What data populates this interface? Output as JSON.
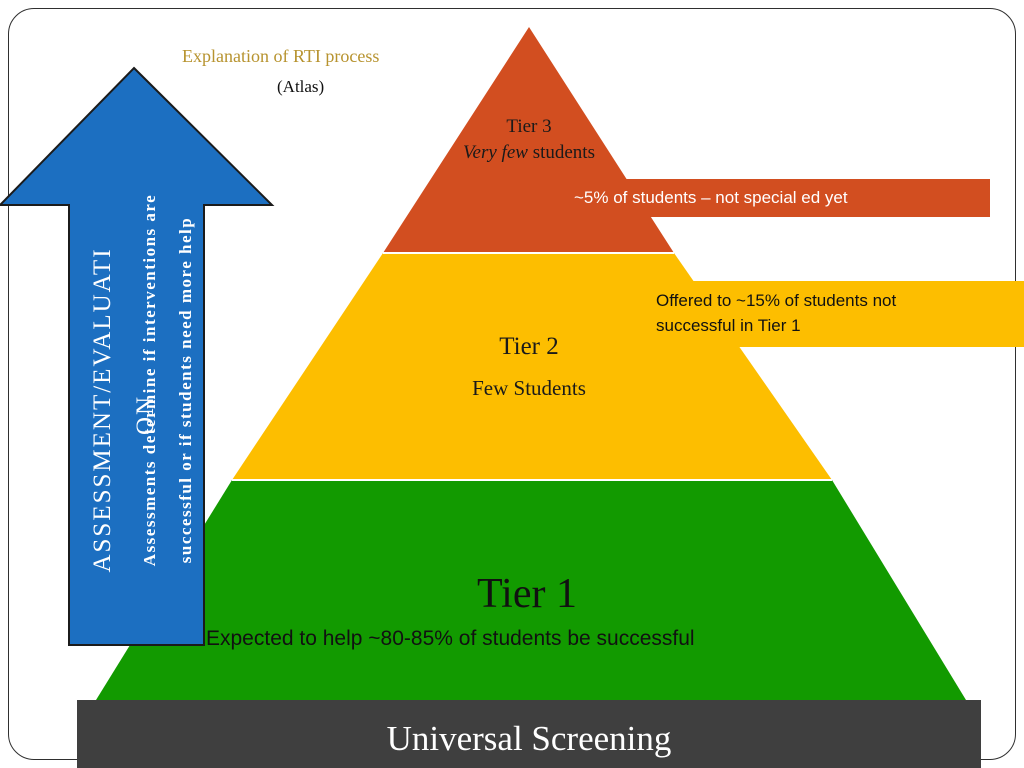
{
  "title": {
    "line1": "Explanation of RTI process",
    "line2": "(Atlas)"
  },
  "tiers": [
    {
      "name": "Tier 3",
      "description_italic": "Very few",
      "description_rest": " students",
      "callout": "~5% of students – not special ed yet",
      "color": "#D24E20"
    },
    {
      "name": "Tier 2",
      "description": "Few Students",
      "callout_line1": "Offered to ~15% of students not",
      "callout_line2": "successful in Tier 1",
      "color": "#FDBE00"
    },
    {
      "name": "Tier 1",
      "description": "Expected to help ~80-85% of students  be successful",
      "color": "#129A00"
    }
  ],
  "base": {
    "label": "Universal Screening",
    "color": "#3F3F3F"
  },
  "arrow": {
    "main_line1": "ASSESSMENT/EVALUATI",
    "main_line2": "ON",
    "sub_line1": "Assessments determine if interventions are",
    "sub_line2": "successful or if students need more help",
    "color": "#1C6FC1",
    "border_color": "#1B1B1B"
  }
}
